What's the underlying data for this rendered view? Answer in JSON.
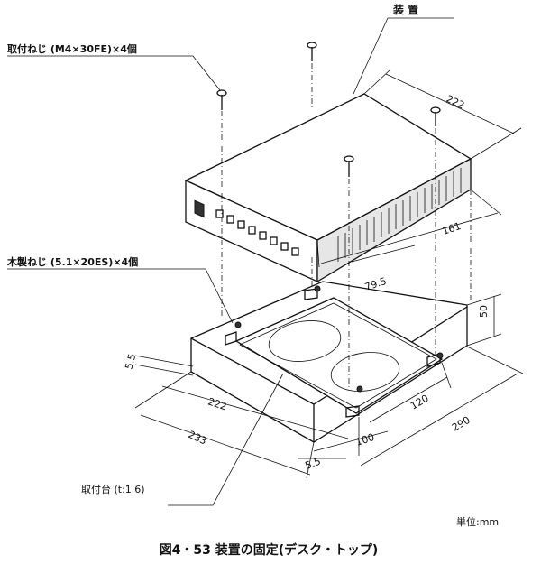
{
  "labels": {
    "device": "装 置",
    "mounting_screw": "取付ねじ (M4×30FE)×4個",
    "wood_screw": "木製ねじ (5.1×20ES)×4個",
    "mounting_base": "取付台 (t:1.6)",
    "unit": "単位:mm",
    "caption": "図4・53  装置の固定(デスク・トップ)"
  },
  "dimensions": {
    "device_width": "222",
    "device_side": "161",
    "device_offset": "79.5",
    "desk_height": "50",
    "margin_left": "5.5",
    "margin_right": "5.5",
    "base_width": "222",
    "desk_width": "233",
    "hole_spacing": "120",
    "hole_offset": "100",
    "desk_depth": "290"
  }
}
